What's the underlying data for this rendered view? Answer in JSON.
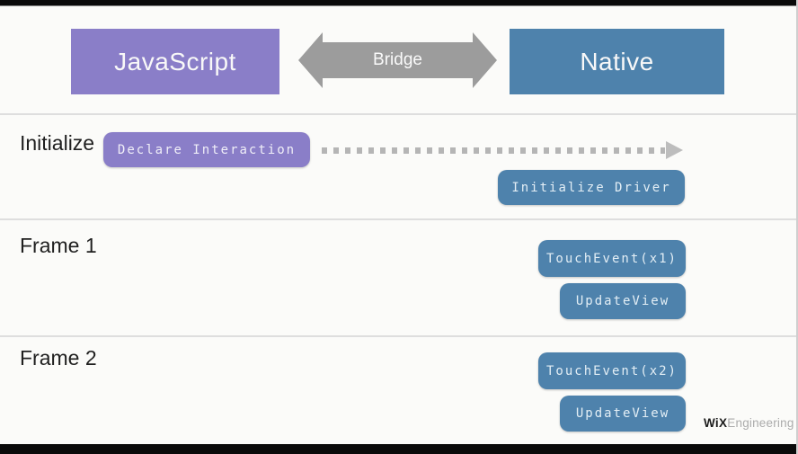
{
  "colors": {
    "javascript_purple": "#8A7EC8",
    "native_blue": "#4E82AC",
    "bridge_gray": "#9C9C9C",
    "dotted_gray": "#B5B5B5",
    "background": "#FBFBF9",
    "divider": "#DEDEDE",
    "label_text": "#1F1F1F",
    "letterbox": "#0A0A0A"
  },
  "header": {
    "javascript_label": "JavaScript",
    "bridge_label": "Bridge",
    "native_label": "Native"
  },
  "rows": {
    "initialize": {
      "label": "Initialize",
      "js_button": "Declare Interaction",
      "native_button": "Initialize Driver"
    },
    "frame1": {
      "label": "Frame 1",
      "touch_button": "TouchEvent(x1)",
      "update_button": "UpdateView"
    },
    "frame2": {
      "label": "Frame 2",
      "touch_button": "TouchEvent(x2)",
      "update_button": "UpdateView"
    }
  },
  "footer": {
    "logo_bold": "WiX",
    "logo_light": "Engineering"
  }
}
